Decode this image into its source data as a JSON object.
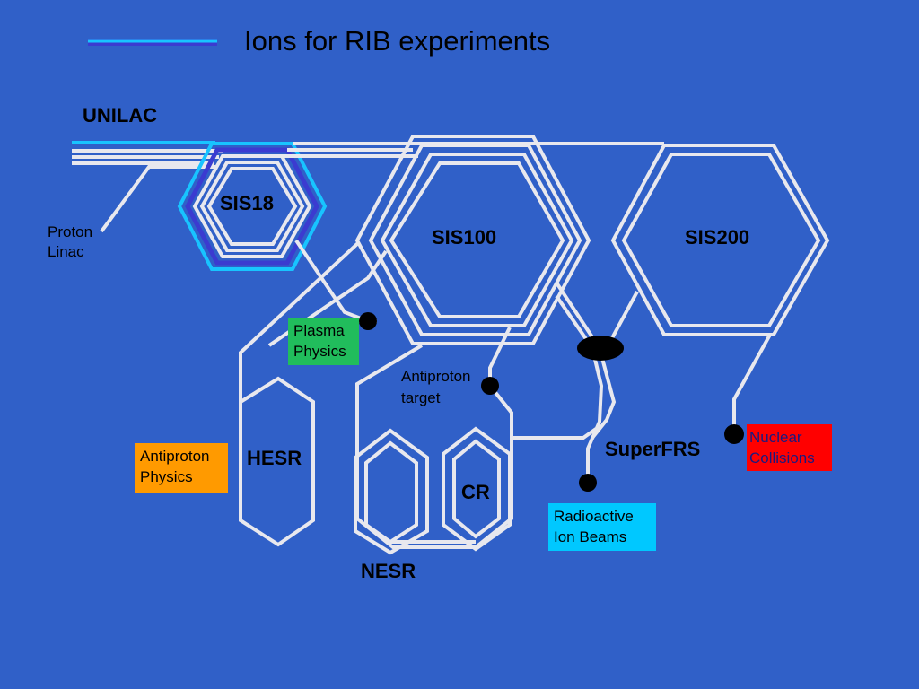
{
  "title": "Ions for RIB experiments",
  "colors": {
    "background": "#3060c8",
    "beamline": "#e8e8ee",
    "legend_line_outer": "#3b3bd0",
    "legend_line_inner": "#18c4ff",
    "plasma_box": "#21bd5c",
    "antiproton_box": "#ff9a00",
    "radioactive_box": "#00c8ff",
    "nuclear_box": "#ff0000"
  },
  "accelerators": {
    "unilac": "UNILAC",
    "proton_linac": [
      "Proton",
      "Linac"
    ],
    "sis18": "SIS18",
    "sis100": "SIS100",
    "sis200": "SIS200",
    "hesr": "HESR",
    "cr": "CR",
    "nesr": "NESR",
    "superfrs": "SuperFRS"
  },
  "targets": {
    "antiproton_target": [
      "Antiproton",
      "target"
    ]
  },
  "experiments": {
    "plasma_physics": [
      "Plasma",
      "Physics"
    ],
    "antiproton_physics": [
      "Antiproton",
      "Physics"
    ],
    "radioactive_ion_beams": [
      "Radioactive",
      "Ion Beams"
    ],
    "nuclear_collisions": [
      "Nuclear",
      "Collisions"
    ]
  }
}
